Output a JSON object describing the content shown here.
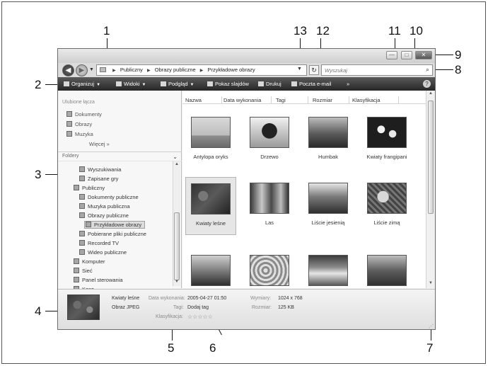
{
  "callouts": {
    "c1": "1",
    "c2": "2",
    "c3": "3",
    "c4": "4",
    "c5": "5",
    "c6": "6",
    "c7": "7",
    "c8": "8",
    "c9": "9",
    "c10": "10",
    "c11": "11",
    "c12": "12",
    "c13": "13"
  },
  "window": {
    "minimize_glyph": "—",
    "maximize_glyph": "□",
    "close_glyph": "✕"
  },
  "address": {
    "back_glyph": "◀",
    "forward_glyph": "▶",
    "dropdown_glyph": "▼",
    "crumbs": [
      "Publiczny",
      "Obrazy publiczne",
      "Przykładowe obrazy"
    ],
    "crumb_separator": "▶",
    "refresh_glyph": "↻",
    "search_placeholder": "Wyszukaj",
    "search_glyph": "⌕"
  },
  "toolbar": {
    "organize": "Organizuj",
    "views": "Widoki",
    "preview": "Podgląd",
    "slideshow": "Pokaz slajdów",
    "print": "Drukuj",
    "email": "Poczta e-mail",
    "more": "»",
    "dropdown_glyph": "▼",
    "help": "?"
  },
  "nav": {
    "favorites_header": "Ulubione łącza",
    "favorites": [
      "Dokumenty",
      "Obrazy",
      "Muzyka"
    ],
    "more_link": "Więcej  »",
    "folders_header": "Foldery",
    "folders_chevron": "⌄",
    "tree": [
      "Wyszukiwania",
      "Zapisane gry",
      "Publiczny",
      "Dokumenty publiczne",
      "Muzyka publiczna",
      "Obrazy publiczne",
      "Przykładowe obrazy",
      "Pobierane pliki publiczne",
      "Recorded TV",
      "Wideo publiczne",
      "Komputer",
      "Sieć",
      "Panel sterowania",
      "Kosz"
    ],
    "scroll_up": "▲",
    "scroll_down": "▼"
  },
  "columns": [
    "Nazwa",
    "Data wykonania",
    "Tagi",
    "Rozmiar",
    "Klasyfikacja"
  ],
  "thumbnails": [
    "Antylopa oryks",
    "Drzewo",
    "Humbak",
    "Kwiaty frangipani",
    "Kwiaty leśne",
    "Las",
    "Liście jesienią",
    "Liście zimą",
    "",
    "",
    "",
    ""
  ],
  "content_scroll": {
    "up": "▲",
    "down": "▼"
  },
  "details": {
    "name": "Kwiaty leśne",
    "type": "Obraz JPEG",
    "date_label": "Data wykonania:",
    "date_value": "2005-04-27 01:50",
    "tags_label": "Tagi:",
    "tags_value": "Dodaj tag",
    "rating_label": "Klasyfikacja:",
    "rating_stars": "☆☆☆☆☆",
    "dimensions_label": "Wymiary:",
    "dimensions_value": "1024 x 768",
    "size_label": "Rozmiar:",
    "size_value": "125 KB",
    "grip": "⋰"
  }
}
